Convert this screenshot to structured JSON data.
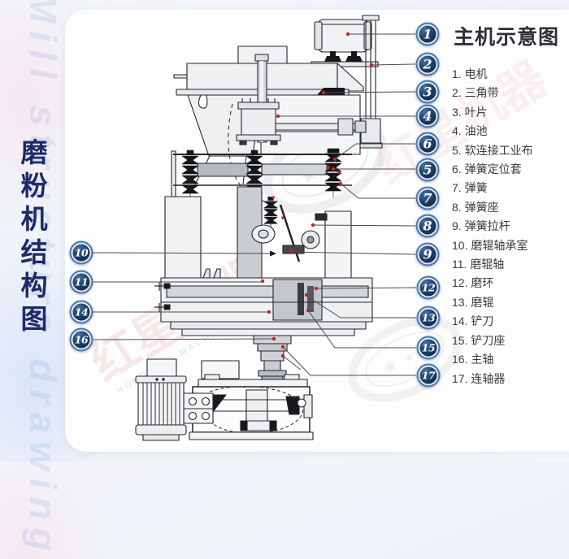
{
  "page": {
    "side_title": "磨粉机结构图"
  },
  "watermarks": {
    "side_en": "Mill structure drawing",
    "brand_cn": "红星机器",
    "brand_en": "HONGXING MACHINERY"
  },
  "legend": {
    "title": "主机示意图",
    "items": [
      "1. 电机",
      "2. 三角带",
      "3. 叶片",
      "4. 油池",
      "5. 软连接工业布",
      "6. 弹簧定位套",
      "7. 弹簧",
      "8. 弹簧座",
      "9. 弹簧拉杆",
      "10. 磨辊轴承室",
      "11. 磨辊轴",
      "12. 磨环",
      "13. 磨辊",
      "14. 铲刀",
      "15. 铲刀座",
      "16. 主轴",
      "17. 连轴器"
    ]
  },
  "callouts": {
    "right": [
      "1",
      "2",
      "3",
      "4",
      "6",
      "5",
      "7",
      "8",
      "9",
      "12",
      "13",
      "15",
      "17"
    ],
    "left": [
      "10",
      "11",
      "14",
      "16"
    ]
  },
  "colors": {
    "accent_navy": "#1e2a68",
    "badge_ring": "#4b7cb3",
    "marker_red": "#c92222",
    "line_dark": "#24262b"
  }
}
